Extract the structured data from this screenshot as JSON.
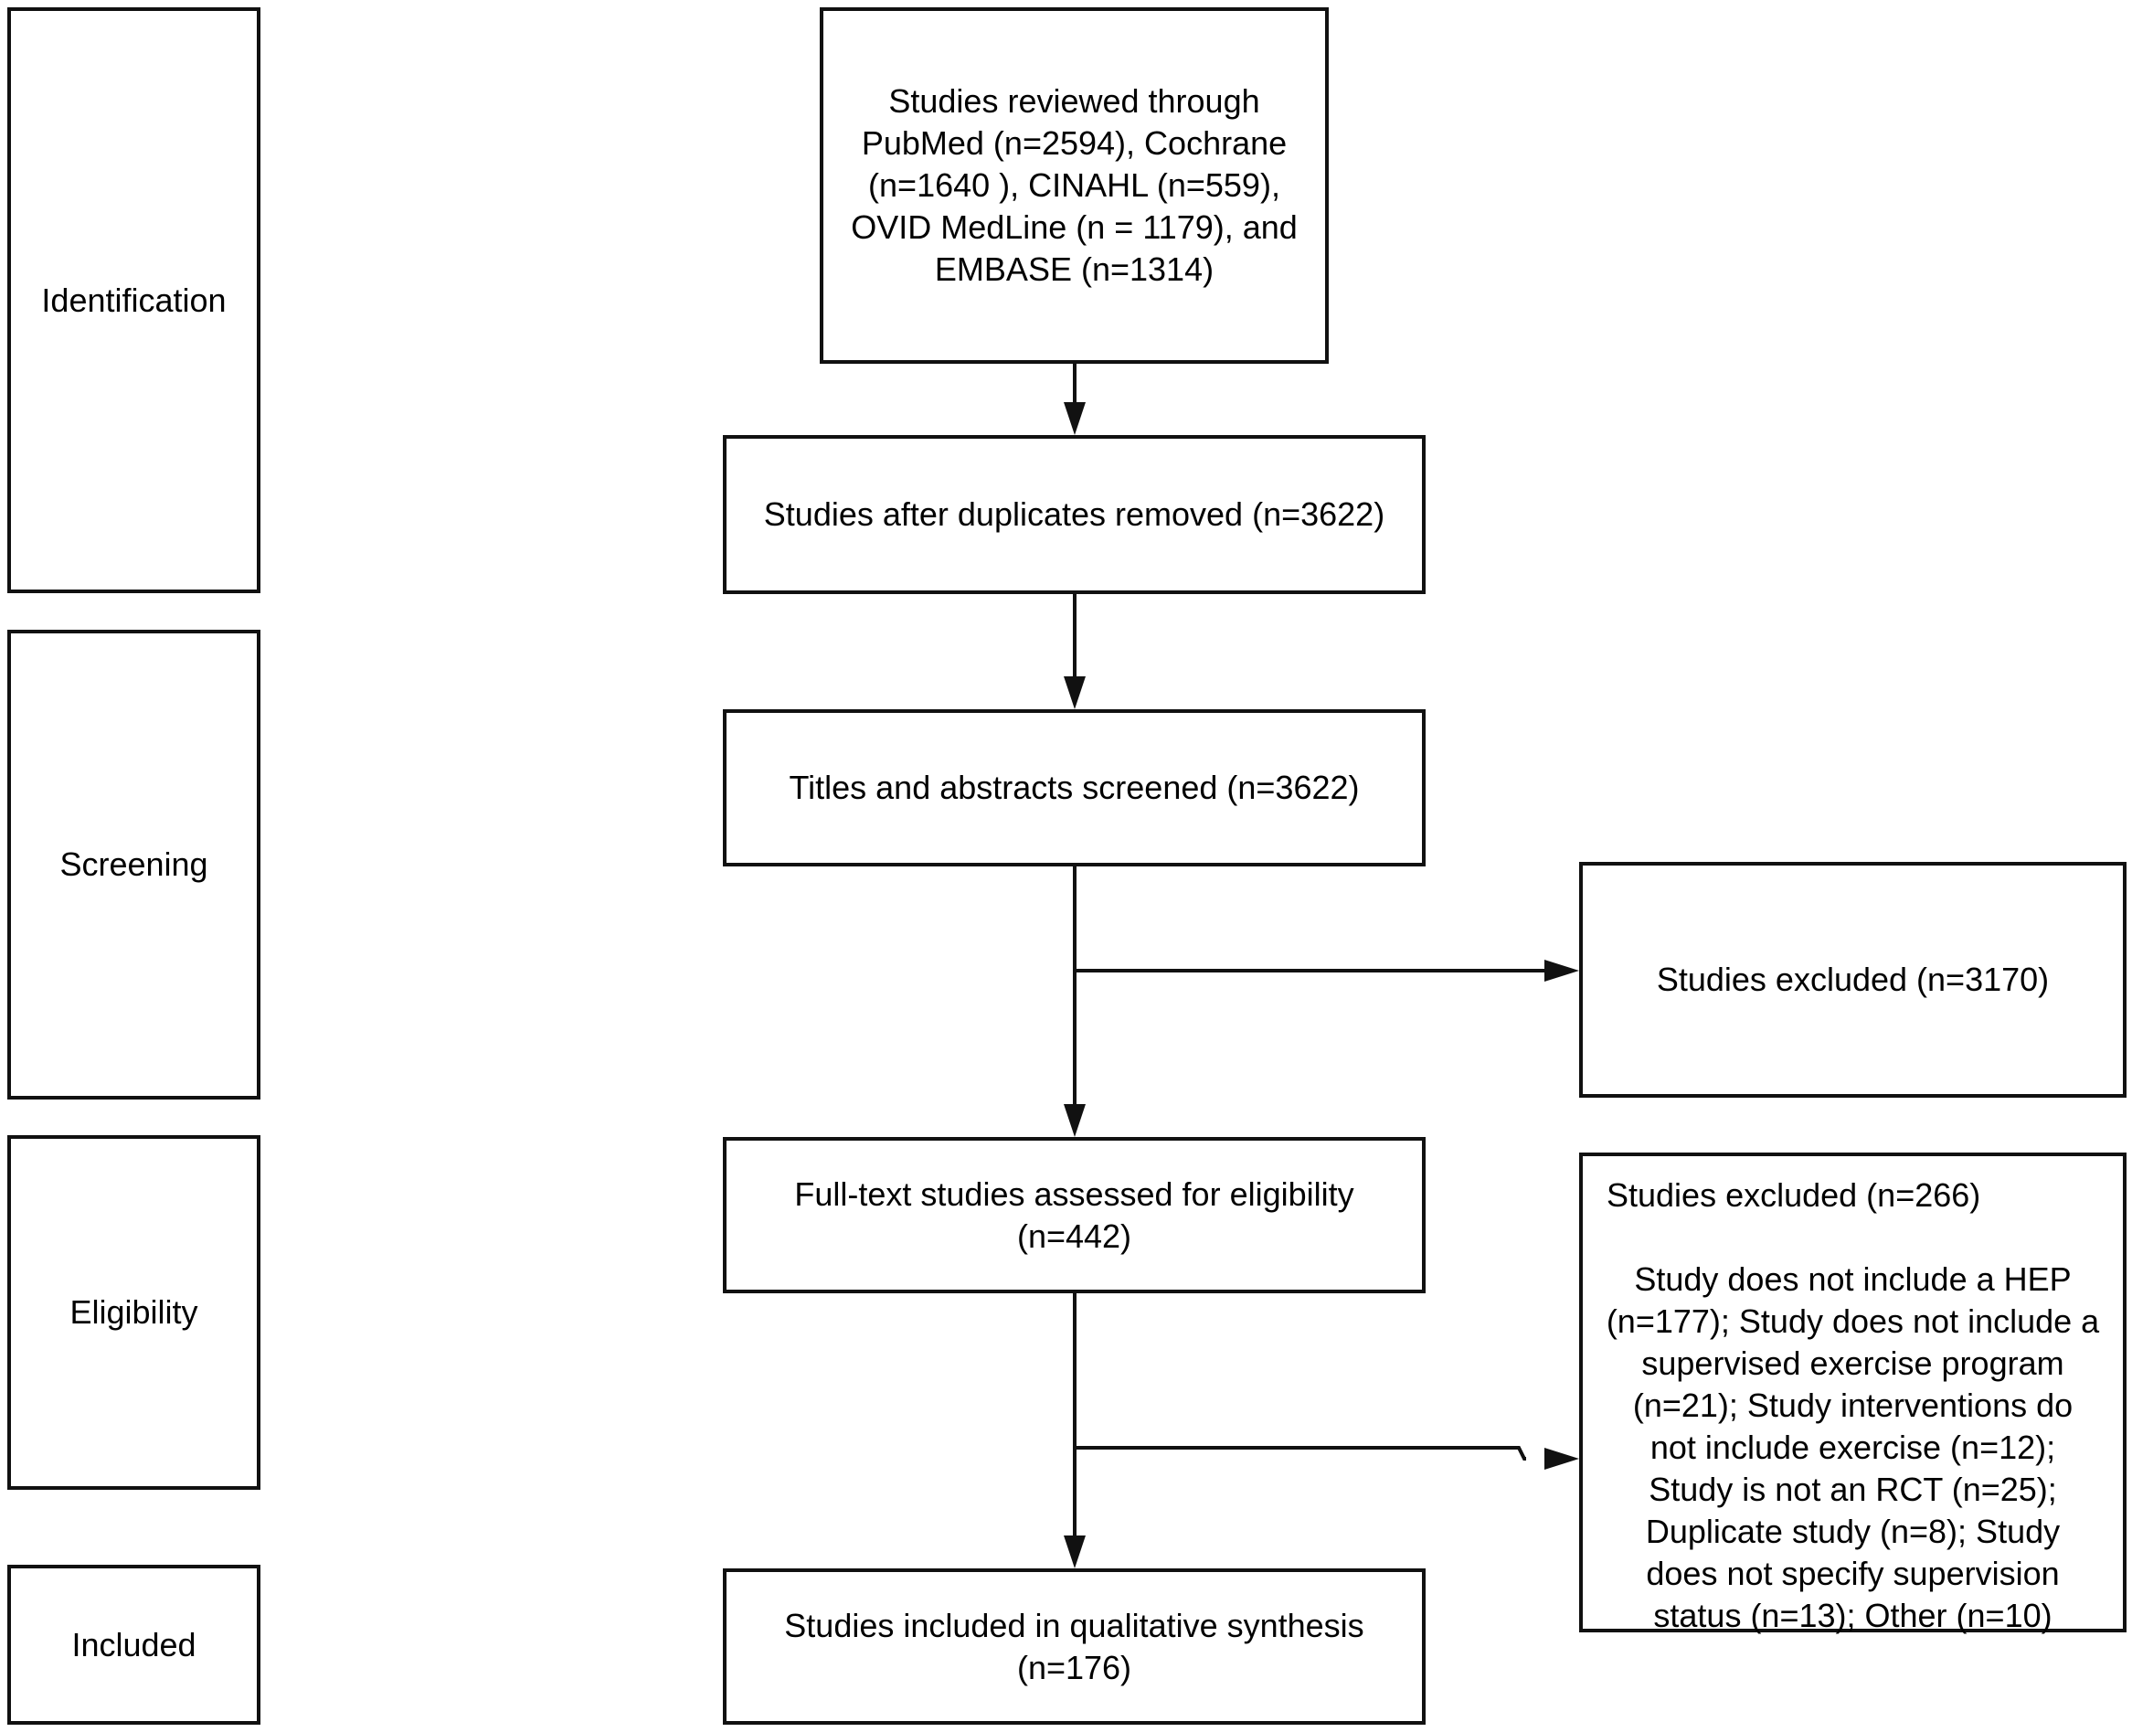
{
  "phases": {
    "identification": "Identification",
    "screening": "Screening",
    "eligibility": "Eligibility",
    "included": "Included"
  },
  "boxes": {
    "reviewed": {
      "lines": [
        "Studies reviewed through",
        "PubMed (n=2594), Cochrane",
        "(n=1640 ), CINAHL (n=559),",
        "OVID MedLine (n = 1179), and",
        "EMBASE (n=1314)"
      ]
    },
    "duplicates_removed": "Studies after duplicates removed (n=3622)",
    "screened": "Titles and abstracts screened (n=3622)",
    "excluded_screening": "Studies excluded (n=3170)",
    "fulltext": {
      "lines": [
        "Full-text studies assessed for eligibility",
        "(n=442)"
      ]
    },
    "excluded_fulltext": {
      "title": "Studies excluded (n=266)",
      "lines": [
        "Study does not include a HEP",
        "(n=177); Study does not include a",
        "supervised exercise program",
        "(n=21); Study interventions do",
        "not include exercise (n=12);",
        "Study is not an RCT (n=25);",
        "Duplicate study (n=8); Study",
        "does not specify supervision",
        "status (n=13); Other (n=10)"
      ]
    },
    "included": {
      "lines": [
        "Studies included in qualitative synthesis",
        "(n=176)"
      ]
    }
  }
}
